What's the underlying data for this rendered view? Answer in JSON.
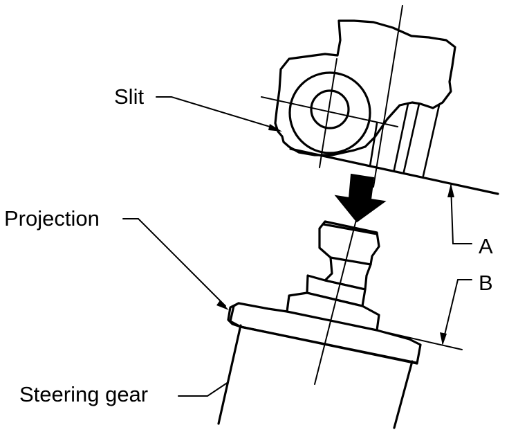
{
  "labels": {
    "slit": "Slit",
    "projection": "Projection",
    "steering_gear": "Steering gear",
    "dim_a": "A",
    "dim_b": "B"
  }
}
